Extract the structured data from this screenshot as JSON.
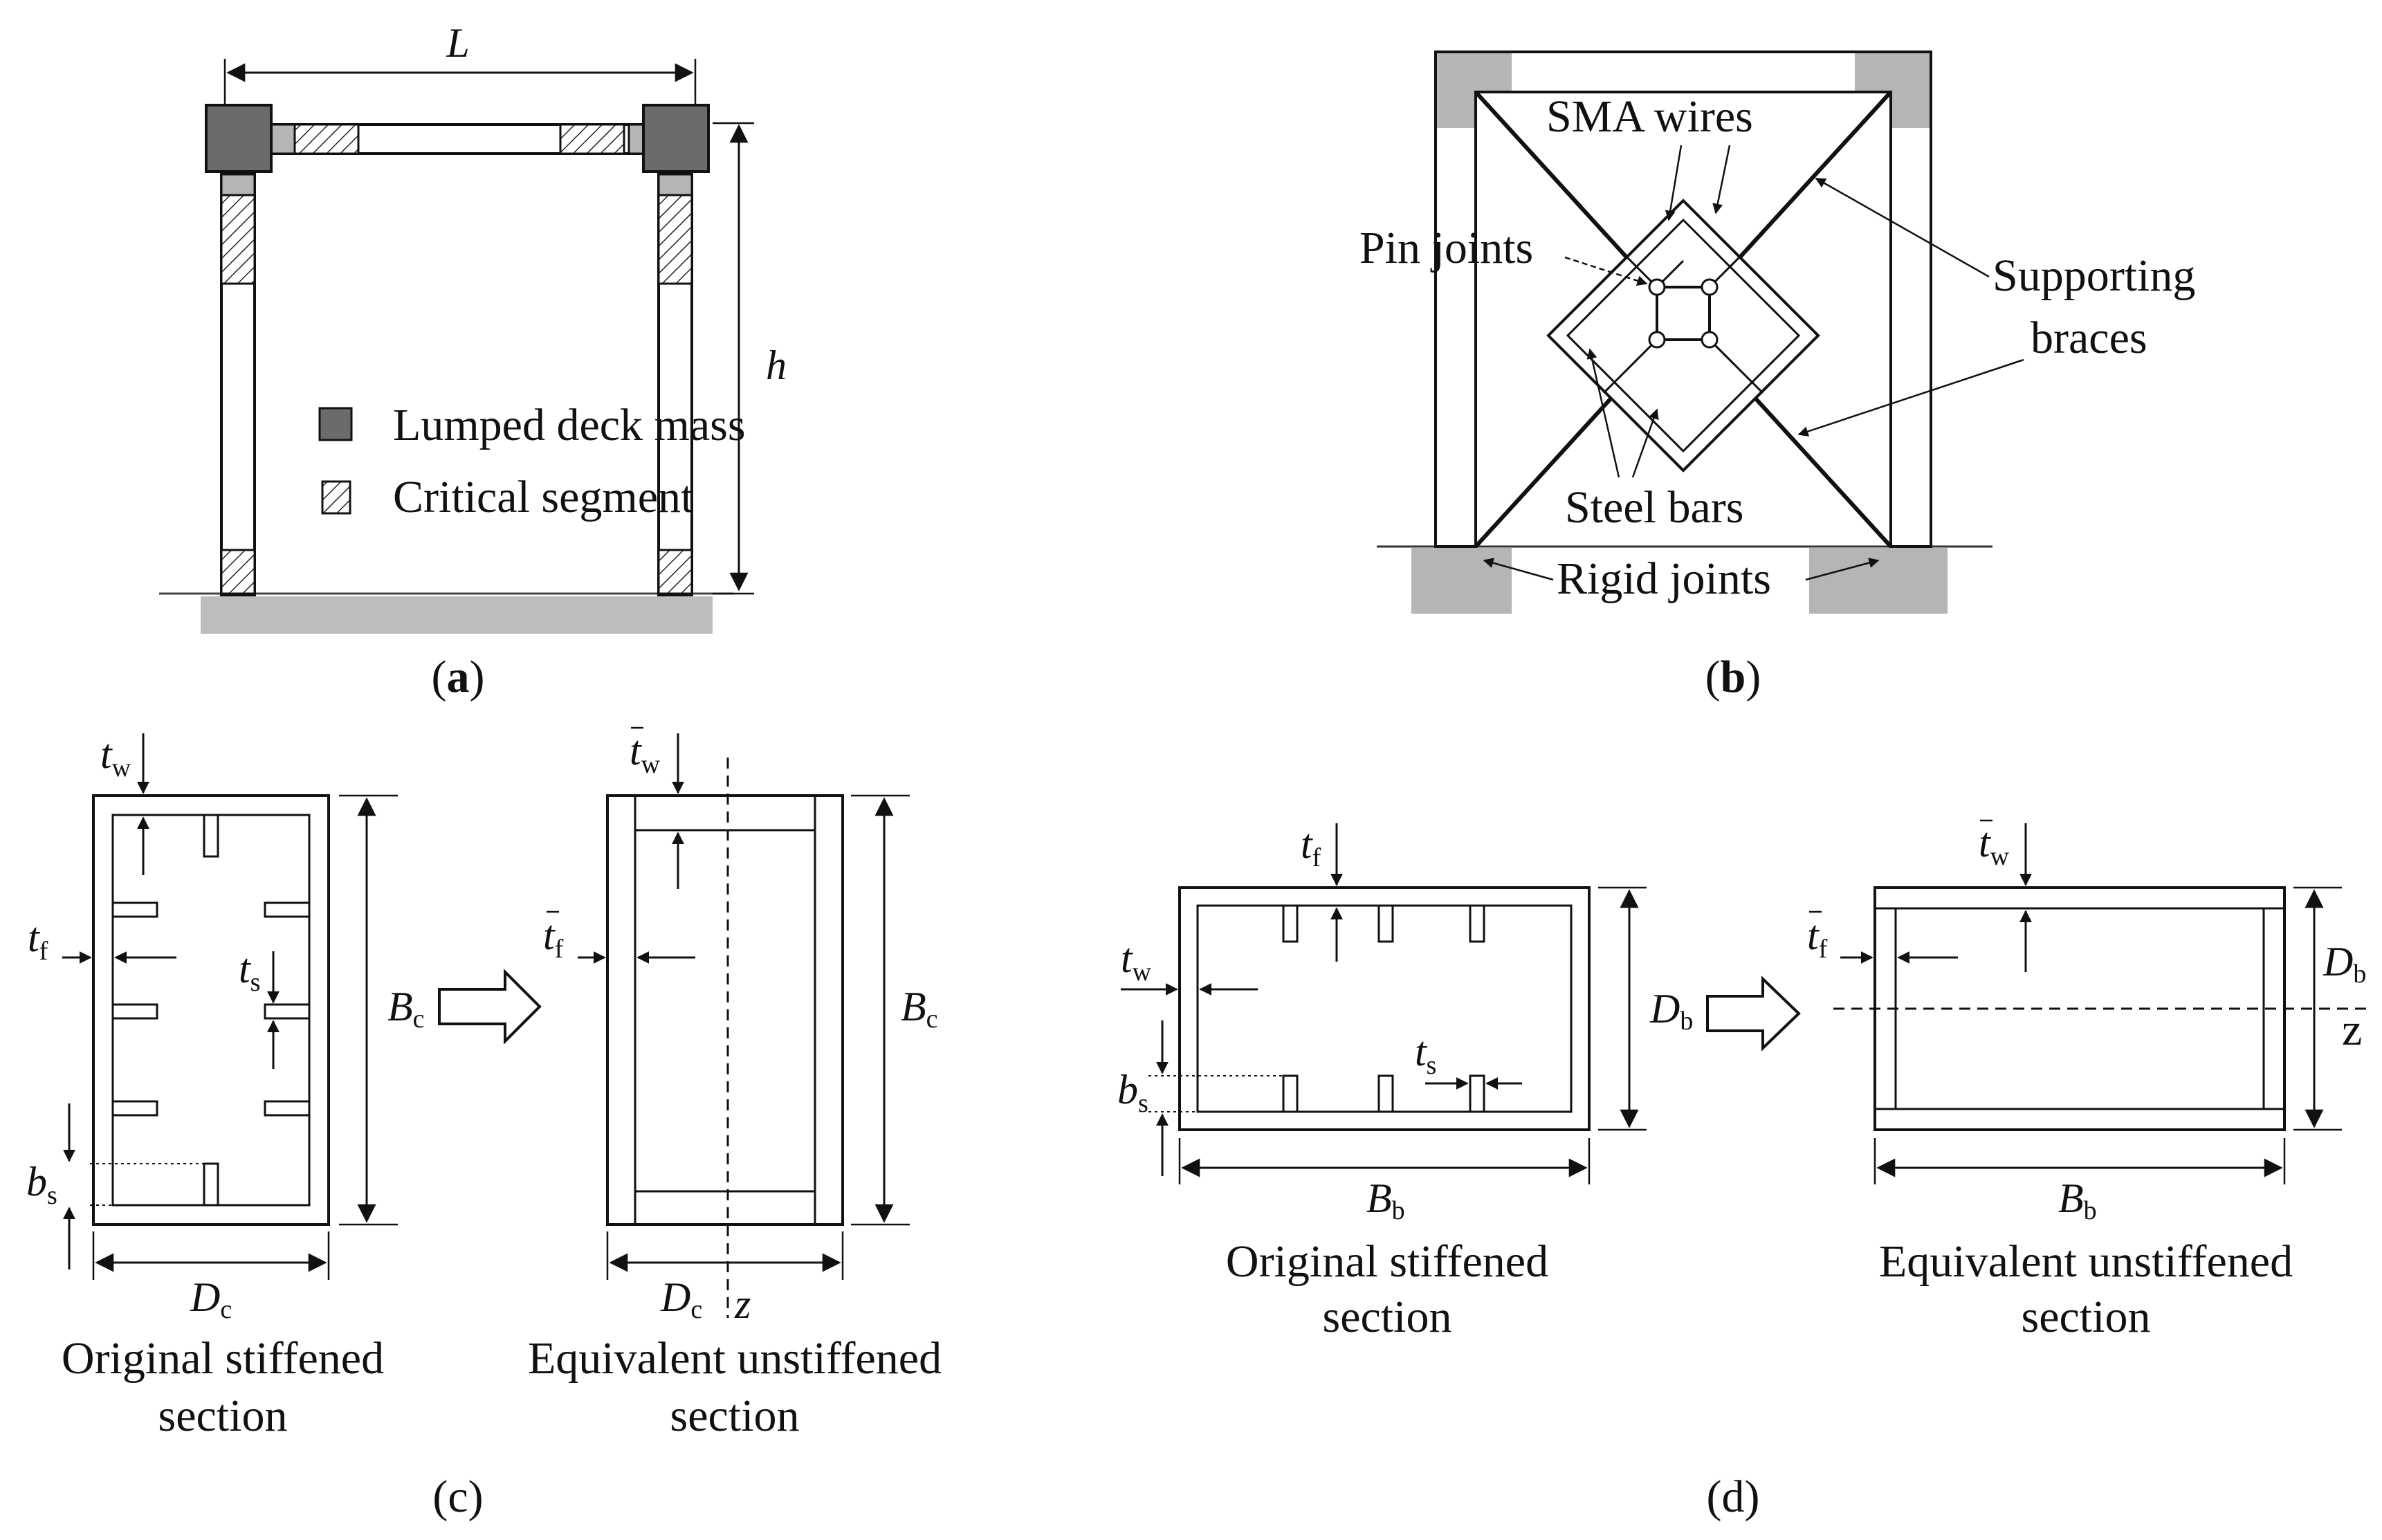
{
  "panel_a": {
    "caption_open": "(",
    "caption_letter": "a",
    "caption_close": ")",
    "dim_L": "L",
    "dim_h": "h",
    "legend_mass": "Lumped deck mass",
    "legend_segment": "Critical segment"
  },
  "panel_b": {
    "caption_open": "(",
    "caption_letter": "b",
    "caption_close": ")",
    "label_sma": "SMA wires",
    "label_pin": "Pin joints",
    "label_supporting": "Supporting",
    "label_braces": "braces",
    "label_steel": "Steel bars",
    "label_rigid": "Rigid joints"
  },
  "panel_c": {
    "caption": "(c)",
    "orig_line1": "Original stiffened",
    "orig_line2": "section",
    "equiv_line1": "Equivalent unstiffened",
    "equiv_line2": "section",
    "tw_base": "t",
    "tw_sub": "w",
    "tf_base": "t",
    "tf_sub": "f",
    "ts_base": "t",
    "ts_sub": "s",
    "bs_base": "b",
    "bs_sub": "s",
    "Bc_base": "B",
    "Bc_sub": "c",
    "Dc_base": "D",
    "Dc_sub": "c",
    "z": "z"
  },
  "panel_d": {
    "caption": "(d)",
    "orig_line1": "Original stiffened",
    "orig_line2": "section",
    "equiv_line1": "Equivalent unstiffened",
    "equiv_line2": "section",
    "tw_base": "t",
    "tw_sub": "w",
    "tf_base": "t",
    "tf_sub": "f",
    "ts_base": "t",
    "ts_sub": "s",
    "bs_base": "b",
    "bs_sub": "s",
    "Db_base": "D",
    "Db_sub": "b",
    "Bb_base": "B",
    "Bb_sub": "b",
    "z": "z"
  },
  "colors": {
    "line": "#111111",
    "mass_fill": "#6b6b6b",
    "ground_fill": "#bdbdbd",
    "light_fill": "#d9d9d9",
    "joint_fill": "#b5b5b5"
  }
}
